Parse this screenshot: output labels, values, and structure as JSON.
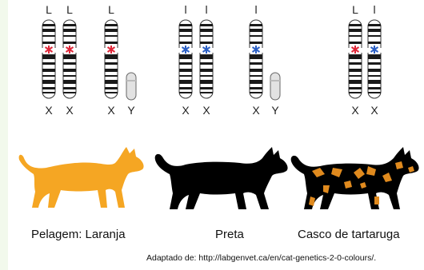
{
  "groups": [
    {
      "caption": "Pelagem: Laranja",
      "chromosomes": [
        {
          "allele": "L",
          "sex": "X",
          "marker_color": "#e0283a"
        },
        {
          "allele": "L",
          "sex": "X",
          "marker_color": "#e0283a"
        },
        {
          "allele": "L",
          "sex": "X",
          "marker_color": "#e0283a"
        },
        {
          "allele": "",
          "sex": "Y",
          "marker_color": ""
        }
      ],
      "cat_color": "#f5a623"
    },
    {
      "caption": "Preta",
      "chromosomes": [
        {
          "allele": "l",
          "sex": "X",
          "marker_color": "#2b5fc4"
        },
        {
          "allele": "l",
          "sex": "X",
          "marker_color": "#2b5fc4"
        },
        {
          "allele": "l",
          "sex": "X",
          "marker_color": "#2b5fc4"
        },
        {
          "allele": "",
          "sex": "Y",
          "marker_color": ""
        }
      ],
      "cat_color": "#000000"
    },
    {
      "caption": "Casco de tartaruga",
      "chromosomes": [
        {
          "allele": "L",
          "sex": "X",
          "marker_color": "#e0283a"
        },
        {
          "allele": "l",
          "sex": "X",
          "marker_color": "#2b5fc4"
        }
      ],
      "cat_color": "#000000",
      "patch_color": "#e08a1e"
    }
  ],
  "source": "Adaptado de: http://labgenvet.ca/en/cat-genetics-2-0-colours/."
}
